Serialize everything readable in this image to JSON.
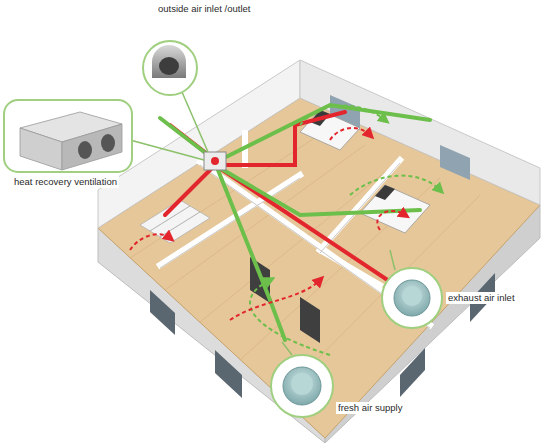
{
  "diagram": {
    "labels": [
      "outside air inlet /outlet",
      "heat recovery ventilation",
      "exhaust air inlet",
      "fresh air supply"
    ]
  }
}
